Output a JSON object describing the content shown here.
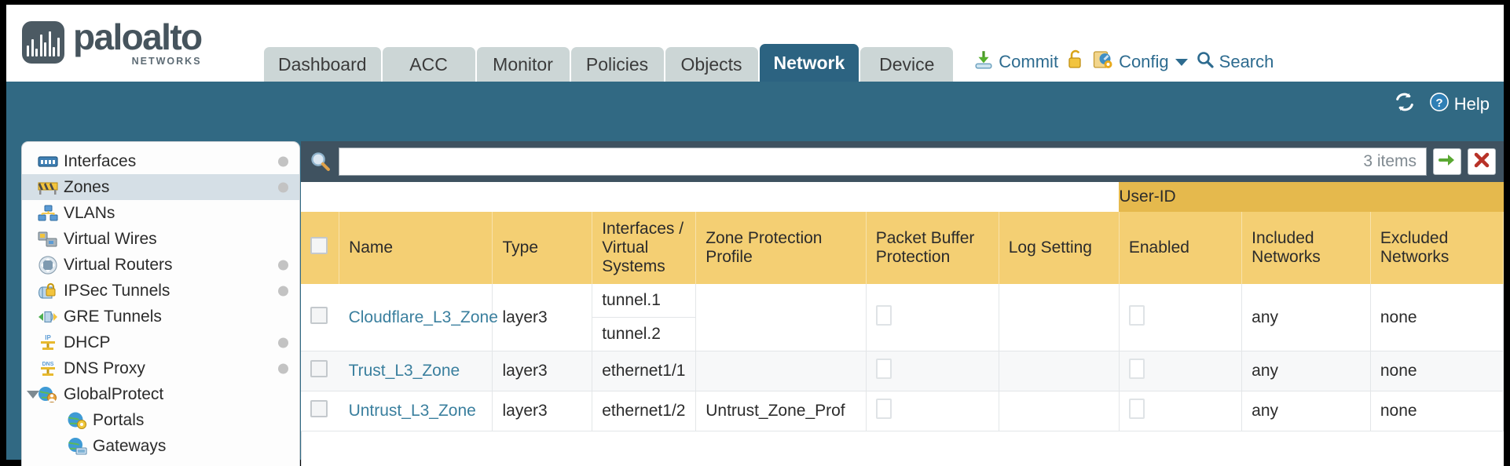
{
  "brand": {
    "name": "paloalto",
    "tagline": "NETWORKS",
    "logo_icon": "paloalto-waveform-logo"
  },
  "nav": {
    "tabs": [
      {
        "label": "Dashboard",
        "active": false
      },
      {
        "label": "ACC",
        "active": false
      },
      {
        "label": "Monitor",
        "active": false
      },
      {
        "label": "Policies",
        "active": false
      },
      {
        "label": "Objects",
        "active": false
      },
      {
        "label": "Network",
        "active": true
      },
      {
        "label": "Device",
        "active": false
      }
    ]
  },
  "utility": {
    "commit": "Commit",
    "commit_icon": "commit-download-icon",
    "lock_icon": "padlock-icon",
    "config": "Config",
    "config_icon": "config-wrench-icon",
    "config_caret": "chevron-down-icon",
    "search": "Search",
    "search_icon": "magnifier-icon"
  },
  "band": {
    "refresh_icon": "refresh-icon",
    "help": "Help",
    "help_icon": "question-circle-icon"
  },
  "sidebar": {
    "items": [
      {
        "label": "Interfaces",
        "icon": "interfaces-icon",
        "selected": false,
        "dot": true,
        "indent": false,
        "caret": false
      },
      {
        "label": "Zones",
        "icon": "zones-icon",
        "selected": true,
        "dot": true,
        "indent": false,
        "caret": false
      },
      {
        "label": "VLANs",
        "icon": "vlans-icon",
        "selected": false,
        "dot": false,
        "indent": false,
        "caret": false
      },
      {
        "label": "Virtual Wires",
        "icon": "virtual-wires-icon",
        "selected": false,
        "dot": false,
        "indent": false,
        "caret": false
      },
      {
        "label": "Virtual Routers",
        "icon": "virtual-routers-icon",
        "selected": false,
        "dot": true,
        "indent": false,
        "caret": false
      },
      {
        "label": "IPSec Tunnels",
        "icon": "ipsec-tunnels-icon",
        "selected": false,
        "dot": true,
        "indent": false,
        "caret": false
      },
      {
        "label": "GRE Tunnels",
        "icon": "gre-tunnels-icon",
        "selected": false,
        "dot": false,
        "indent": false,
        "caret": false
      },
      {
        "label": "DHCP",
        "icon": "dhcp-icon",
        "selected": false,
        "dot": true,
        "indent": false,
        "caret": false
      },
      {
        "label": "DNS Proxy",
        "icon": "dns-proxy-icon",
        "selected": false,
        "dot": true,
        "indent": false,
        "caret": false
      },
      {
        "label": "GlobalProtect",
        "icon": "globalprotect-icon",
        "selected": false,
        "dot": false,
        "indent": false,
        "caret": true
      },
      {
        "label": "Portals",
        "icon": "portals-icon",
        "selected": false,
        "dot": false,
        "indent": true,
        "caret": false
      },
      {
        "label": "Gateways",
        "icon": "gateways-icon",
        "selected": false,
        "dot": false,
        "indent": true,
        "caret": false
      }
    ]
  },
  "search": {
    "value": "",
    "placeholder": "",
    "item_count": "3 items",
    "apply_icon": "green-arrow-apply-icon",
    "clear_icon": "red-x-clear-icon",
    "magnifier_icon": "magnifier-icon"
  },
  "table": {
    "group_header": "User-ID",
    "columns": [
      "Name",
      "Type",
      "Interfaces / Virtual Systems",
      "Zone Protection Profile",
      "Packet Buffer Protection",
      "Log Setting",
      "Enabled",
      "Included Networks",
      "Excluded Networks"
    ],
    "select_all_checked": false,
    "rows": [
      {
        "selected": false,
        "name": "Cloudflare_L3_Zone",
        "type": "layer3",
        "interfaces": [
          "tunnel.1",
          "tunnel.2"
        ],
        "zone_protection_profile": "",
        "packet_buffer_protection": false,
        "log_setting": "",
        "userid_enabled": false,
        "included_networks": "any",
        "excluded_networks": "none"
      },
      {
        "selected": false,
        "name": "Trust_L3_Zone",
        "type": "layer3",
        "interfaces": [
          "ethernet1/1"
        ],
        "zone_protection_profile": "",
        "packet_buffer_protection": false,
        "log_setting": "",
        "userid_enabled": false,
        "included_networks": "any",
        "excluded_networks": "none"
      },
      {
        "selected": false,
        "name": "Untrust_L3_Zone",
        "type": "layer3",
        "interfaces": [
          "ethernet1/2"
        ],
        "zone_protection_profile": "Untrust_Zone_Prof",
        "packet_buffer_protection": false,
        "log_setting": "",
        "userid_enabled": false,
        "included_networks": "any",
        "excluded_networks": "none"
      }
    ]
  },
  "colors": {
    "header_blue": "#316983",
    "tab_active": "#2c6381",
    "tab_inactive": "#ccd6d6",
    "table_header": "#f4cf73",
    "group_header": "#e5b94d",
    "link": "#3a7f9e",
    "search_bar": "#3f5260"
  }
}
